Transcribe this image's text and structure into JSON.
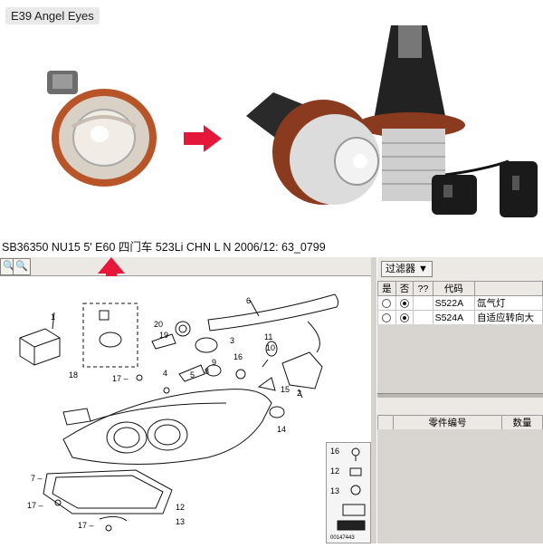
{
  "banner": {
    "title": "E39 Angel Eyes"
  },
  "caption": "SB36350 NU15 5' E60 四门车 523Li CHN L N 2006/12: 63_0799",
  "toolbar": {
    "zoom_label": "🔍",
    "zoom_out_label": "🔍"
  },
  "right_panel": {
    "filter_label": "过滤器 ▼",
    "parts_header": [
      "是",
      "否",
      "??",
      "代码"
    ],
    "parts_rows": [
      {
        "code": "S522A",
        "name": "氙气灯",
        "yes": false,
        "no": true
      },
      {
        "code": "S524A",
        "name": "自适应转向大",
        "yes": false,
        "no": true
      }
    ],
    "list_header": [
      "零件编号",
      "数量"
    ]
  },
  "diagram": {
    "callouts": [
      "1",
      "2",
      "3",
      "4",
      "5",
      "6",
      "7",
      "8",
      "9",
      "10",
      "11",
      "12",
      "13",
      "14",
      "15",
      "16",
      "17",
      "18",
      "20"
    ],
    "image_number": "00147443",
    "legend_callouts": [
      "16",
      "12",
      "13"
    ]
  },
  "colors": {
    "arrow": "#e5173b",
    "panel_bg": "#ece9e4"
  }
}
